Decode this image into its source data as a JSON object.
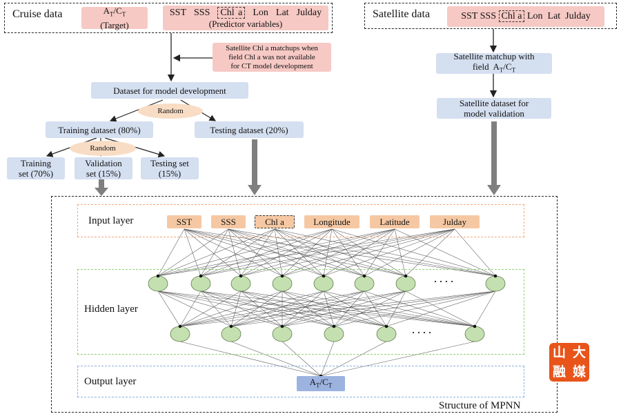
{
  "cruise": {
    "title": "Cruise data",
    "target_line1": "AT/CT",
    "target_line2": "(Target)",
    "predictors": [
      "SST",
      "SSS",
      "Chl a",
      "Lon",
      "Lat",
      "Julday"
    ],
    "predictors_caption": "(Predictor variables)",
    "note_line1": "Satellite Chl a matchups when",
    "note_line2": "field Chl a was not available",
    "note_line3": "for CT model development"
  },
  "satellite": {
    "title": "Satellite data",
    "vars": [
      "SST",
      "SSS",
      "Chl a",
      "Lon",
      "Lat",
      "Julday"
    ],
    "matchup_line1": "Satellite matchup with",
    "matchup_line2": "field AT/CT",
    "validation_line1": "Satellite dataset for",
    "validation_line2": "model validation"
  },
  "split": {
    "model_dev": "Dataset for model development",
    "random1": "Random",
    "training": "Training dataset (80%)",
    "testing": "Testing dataset (20%)",
    "random2": "Random",
    "train_set_line1": "Training",
    "train_set_line2": "set (70%)",
    "val_set_line1": "Validation",
    "val_set_line2": "set (15%)",
    "test_set_line1": "Testing set",
    "test_set_line2": "(15%)"
  },
  "network": {
    "input_label": "Input layer",
    "inputs": [
      "SST",
      "SSS",
      "Chl a",
      "Longitude",
      "Latitude",
      "Julday"
    ],
    "hidden_label": "Hidden layer",
    "output_label": "Output layer",
    "output_node": "AT/CT",
    "ellipsis": "····",
    "caption": "Structure of MPNN"
  },
  "logo": {
    "chars": [
      "山",
      "大",
      "融",
      "媒"
    ]
  },
  "colors": {
    "pink": "#f6c9c5",
    "blue": "#d4dff0",
    "orange": "#f5c8a3",
    "node_green": "#c5e0b0",
    "arrow_gray": "#808080",
    "input_border": "#f0a878",
    "hidden_border": "#8fd070",
    "output_border": "#8aaee0"
  }
}
